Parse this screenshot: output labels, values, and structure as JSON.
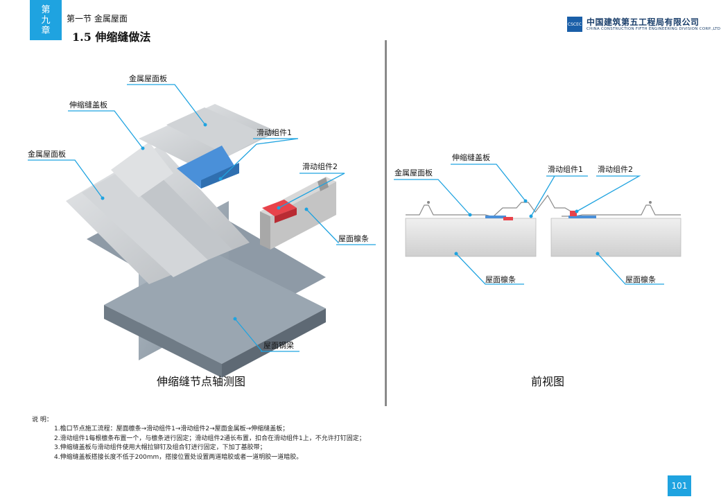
{
  "header": {
    "chapter_chars": [
      "第",
      "九",
      "章"
    ],
    "section": "第一节 金属屋面",
    "subsection": "1.5 伸缩缝做法",
    "logo_text": "CSCEC",
    "company_cn": "中国建筑第五工程局有限公司",
    "company_en": "CHINA CONSTRUCTION FIFTH ENGINEERING DIVISION CORP.,LTD"
  },
  "left_diagram": {
    "caption": "伸缩缝节点轴测图",
    "labels": {
      "panel_top": "金属屋面板",
      "cover": "伸缩缝盖板",
      "slide1": "滑动组件1",
      "panel_left": "金属屋面板",
      "slide2": "滑动组件2",
      "purlin": "屋面檩条",
      "beam": "屋面钢梁"
    }
  },
  "right_diagram": {
    "caption": "前视图",
    "labels": {
      "cover": "伸缩缝盖板",
      "panel": "金属屋面板",
      "slide1": "滑动组件1",
      "slide2": "滑动组件2",
      "purlin_left": "屋面檩条",
      "purlin_right": "屋面檩条"
    }
  },
  "notes": {
    "label": "说 明：",
    "items": [
      "1.檐口节点施工流程：屋面檩条→滑动组件1→滑动组件2→屋面金属板→伸缩缝盖板；",
      "2.滑动组件1每根檩条布置一个，与檩条进行固定；滑动组件2通长布置，扣合在滑动组件1上，不允许打钉固定；",
      "3.伸缩缝盖板与滑动组件使用大帽拉铆钉及组合钉进行固定，下加丁基胶带；",
      "4.伸缩缝盖板搭接长度不低于200mm，搭接位置处设置两道暗胶或者一道明胶一道暗胶。"
    ]
  },
  "page_number": "101",
  "colors": {
    "accent": "#1fa3e0",
    "leader": "#1fa3e0",
    "slide1": "#4a90d9",
    "slide2": "#e8434b"
  }
}
